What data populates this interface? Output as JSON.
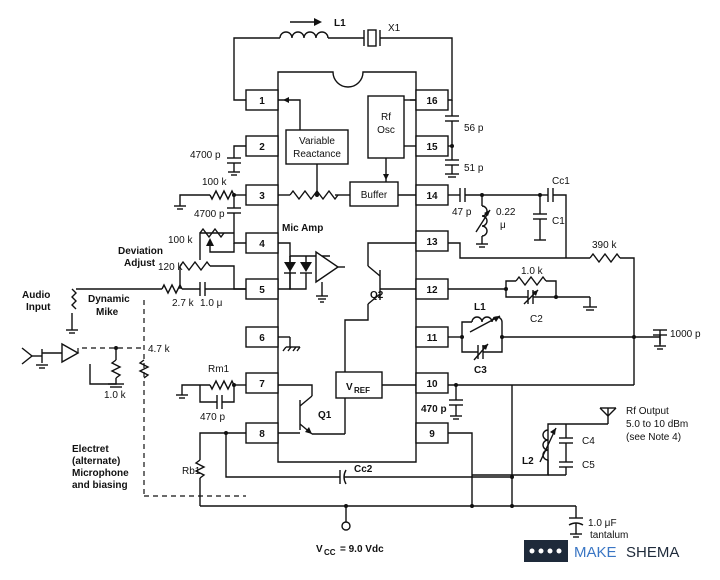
{
  "labels": {
    "l1_top": "L1",
    "x1": "X1",
    "variable_reactance_1": "Variable",
    "variable_reactance_2": "Reactance",
    "rf_osc_1": "Rf",
    "rf_osc_2": "Osc",
    "buffer": "Buffer",
    "mic_amp": "Mic Amp",
    "vref": "V",
    "vref_sub": "REF",
    "q1": "Q1",
    "q2": "Q2",
    "c_4700_top": "4700 p",
    "r_100k_a": "100 k",
    "c_4700_b": "4700 p",
    "r_100k_b": "100 k",
    "deviation_1": "Deviation",
    "deviation_2": "Adjust",
    "r_120k": "120 k",
    "r_2_7k": "2.7 k",
    "c_1u": "1.0 μ",
    "audio_1": "Audio",
    "audio_2": "Input",
    "dyn_1": "Dynamic",
    "dyn_2": "Mike",
    "r_4_7k": "4.7 k",
    "r_1_0k_left": "1.0 k",
    "rm1": "Rm1",
    "c_470_left": "470 p",
    "rb1": "Rb1",
    "cc2": "Cc2",
    "electret_1": "Electret",
    "electret_2": "(alternate)",
    "electret_3": "Microphone",
    "electret_4": "and biasing",
    "vcc_a": "V",
    "vcc_sub": "CC",
    "vcc_b": "= 9.0 Vdc",
    "c_56p": "56 p",
    "c_51p": "51 p",
    "c_47p": "47 p",
    "l_022u_1": "0.22",
    "l_022u_2": "μ",
    "c1": "C1",
    "cc1": "Cc1",
    "r_390k": "390 k",
    "r_1_0k_right": "1.0 k",
    "c2": "C2",
    "l1": "L1",
    "c3": "C3",
    "c_1000p": "1000 p",
    "c_470p_right": "470 p",
    "rf_out_1": "Rf Output",
    "rf_out_2": "5.0 to 10 dBm",
    "rf_out_3": "(see Note 4)",
    "c4": "C4",
    "c5": "C5",
    "l2": "L2",
    "c_1uf_1": "1.0 μF",
    "c_1uf_2": "tantalum",
    "watermark_a": "MAKE",
    "watermark_b": "SHEMA"
  },
  "pins": {
    "p1": "1",
    "p2": "2",
    "p3": "3",
    "p4": "4",
    "p5": "5",
    "p6": "6",
    "p7": "7",
    "p8": "8",
    "p9": "9",
    "p10": "10",
    "p11": "11",
    "p12": "12",
    "p13": "13",
    "p14": "14",
    "p15": "15",
    "p16": "16"
  },
  "colors": {
    "watermark_blue": "#3a76c4",
    "watermark_dark": "#1e2a3a"
  }
}
